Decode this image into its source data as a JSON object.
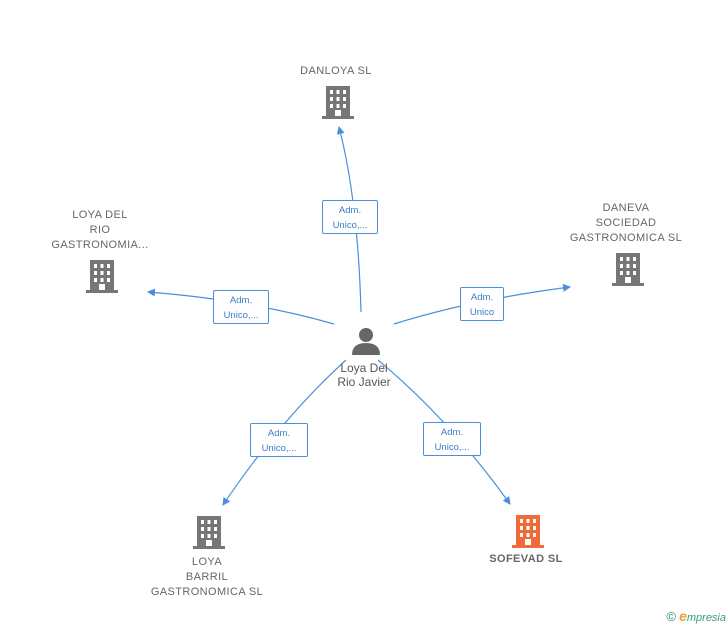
{
  "colors": {
    "edge": "#4a8fd8",
    "building_default": "#767676",
    "building_highlight": "#f06a3a",
    "person": "#666666"
  },
  "center": {
    "name": "Loya Del\nRio Javier",
    "icon": "person-icon"
  },
  "companies": [
    {
      "id": "danloya",
      "name": "DANLOYA  SL",
      "highlight": false,
      "edge_label": "Adm.\nUnico,..."
    },
    {
      "id": "loya-del-rio",
      "name": "LOYA DEL\nRIO\nGASTRONOMIA...",
      "highlight": false,
      "edge_label": "Adm.\nUnico,..."
    },
    {
      "id": "daneva",
      "name": "DANEVA\nSOCIEDAD\nGASTRONOMICA SL",
      "highlight": false,
      "edge_label": "Adm.\nUnico"
    },
    {
      "id": "loya-barril",
      "name": "LOYA\nBARRIL\nGASTRONOMICA SL",
      "highlight": false,
      "edge_label": "Adm.\nUnico,..."
    },
    {
      "id": "sofevad",
      "name": "SOFEVAD  SL",
      "highlight": true,
      "edge_label": "Adm.\nUnico,..."
    }
  ],
  "footer": {
    "copyright_symbol": "©",
    "brand_initial": "e",
    "brand_rest": "mpresia"
  }
}
